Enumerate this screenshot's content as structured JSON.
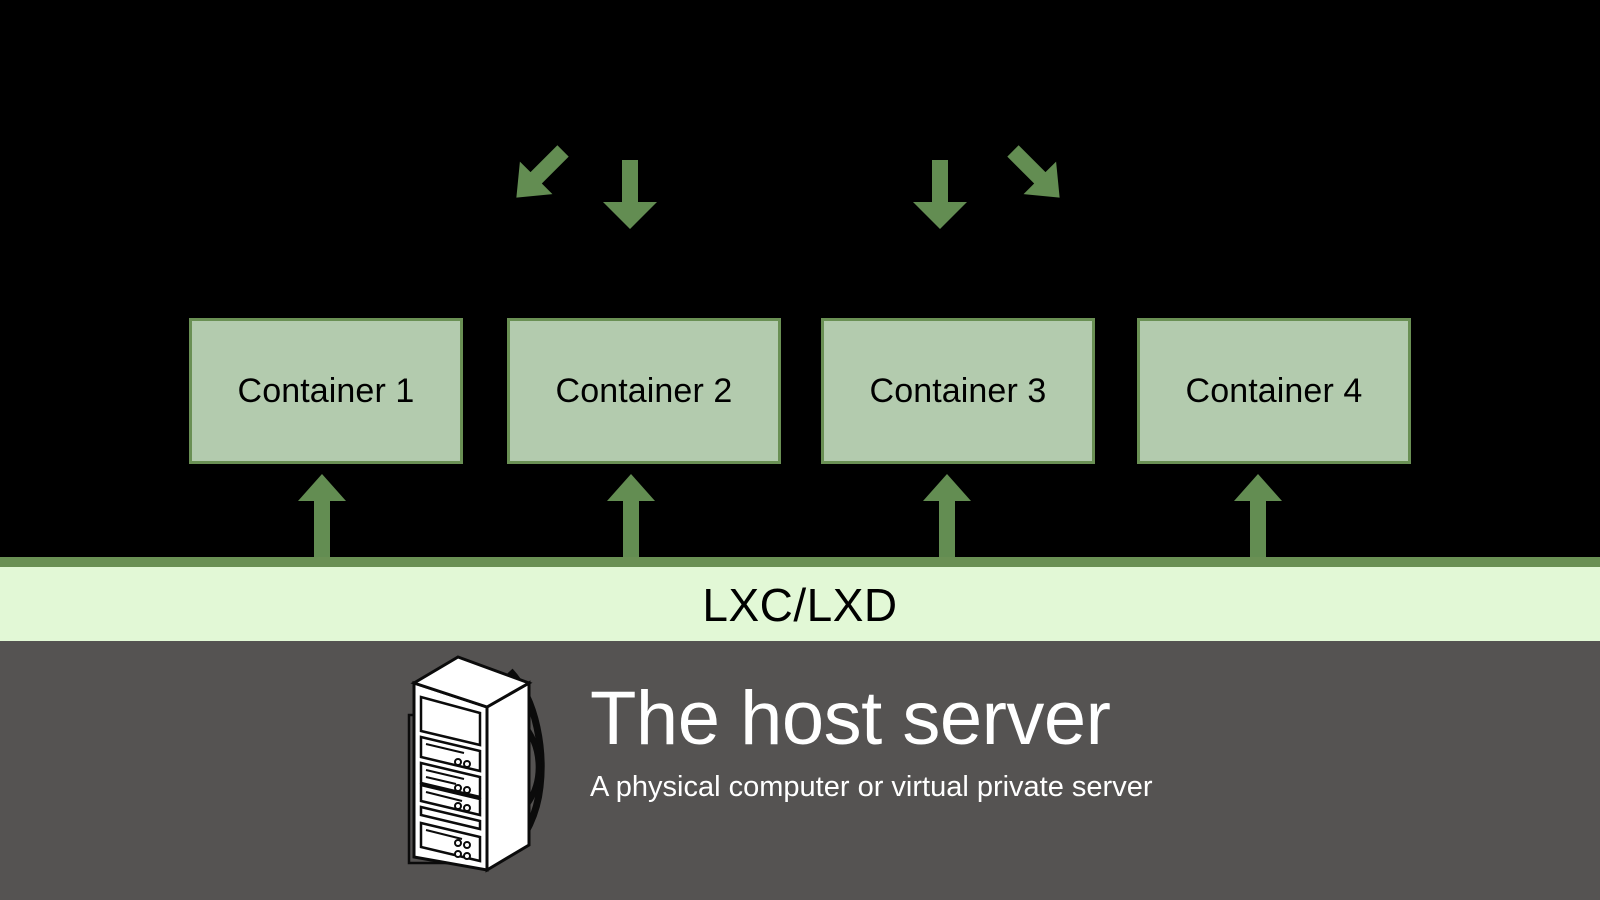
{
  "diagram": {
    "title": "LXC/LXD container architecture diagram",
    "colors": {
      "background": "#000000",
      "container_fill": "#b3cbae",
      "container_border": "#6a9054",
      "arrow_green": "#638d52",
      "lxc_band_fill": "#e2f8d6",
      "lxc_band_border": "#6a9054",
      "host_band_fill": "#555352",
      "host_text": "#ffffff",
      "label_text": "#000000"
    },
    "top_arrows": [
      {
        "name": "arrow-down-left",
        "direction": "down-left",
        "glyph": "↙"
      },
      {
        "name": "arrow-down-1",
        "direction": "down",
        "glyph": "↓"
      },
      {
        "name": "arrow-down-2",
        "direction": "down",
        "glyph": "↓"
      },
      {
        "name": "arrow-down-right",
        "direction": "down-right",
        "glyph": "↘"
      }
    ],
    "containers": [
      {
        "label": "Container 1"
      },
      {
        "label": "Container 2"
      },
      {
        "label": "Container 3"
      },
      {
        "label": "Container 4"
      }
    ],
    "bottom_arrows": [
      {
        "name": "arrow-up-1",
        "direction": "up",
        "glyph": "↑"
      },
      {
        "name": "arrow-up-2",
        "direction": "up",
        "glyph": "↑"
      },
      {
        "name": "arrow-up-3",
        "direction": "up",
        "glyph": "↑"
      },
      {
        "name": "arrow-up-4",
        "direction": "up",
        "glyph": "↑"
      }
    ],
    "lxc_band": {
      "label": "LXC/LXD"
    },
    "host": {
      "title": "The host server",
      "subtitle": "A physical computer or virtual private server",
      "illustration": "server-rack-icon"
    }
  }
}
